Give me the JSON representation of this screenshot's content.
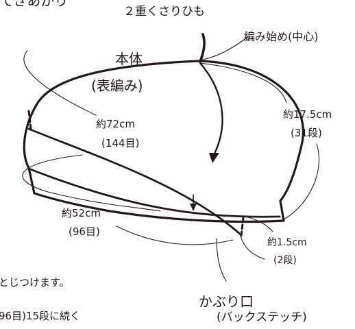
{
  "labels": {
    "header_fragment": "てきあがり",
    "cord": "２重くさりひも",
    "start": "編み始め(中心)",
    "body_title": "本体",
    "body_subtitle": "(表編み)",
    "circ_size": "約72cm",
    "circ_count": "(144目)",
    "height_size": "約17.5cm",
    "height_rows": "(31段)",
    "band_size": "約52cm",
    "band_count": "(96目)",
    "edge_size": "約1.5cm",
    "edge_rows": "(2段)",
    "opening_title": "かぶり口",
    "opening_sub": "(バックステッチ)",
    "note_line1": "とじつけます。",
    "note_line2": "96目)15段に続く"
  },
  "colors": {
    "ink": "#231815",
    "background": "#ffffff"
  }
}
